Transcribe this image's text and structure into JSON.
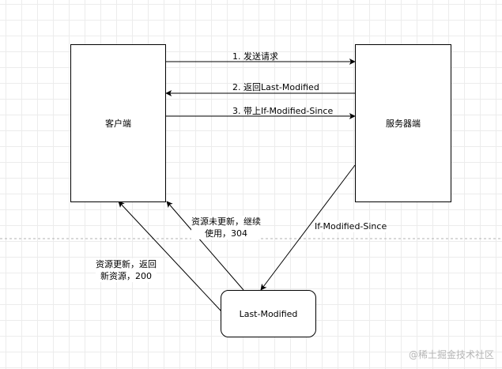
{
  "nodes": {
    "client": "客户端",
    "server": "服务器端",
    "last_modified": "Last-Modified"
  },
  "edges": {
    "send_request": "1. 发送请求",
    "return_last_modified": "2. 返回Last-Modified",
    "with_if_modified_since": "3. 带上If-Modified-Since",
    "server_to_check": "If-Modified-Since",
    "not_updated_line1": "资源未更新，继续",
    "not_updated_line2": "使用，304",
    "updated_line1": "资源更新，返回",
    "updated_line2": "新资源，200"
  },
  "watermark": "@稀土掘金技术社区"
}
